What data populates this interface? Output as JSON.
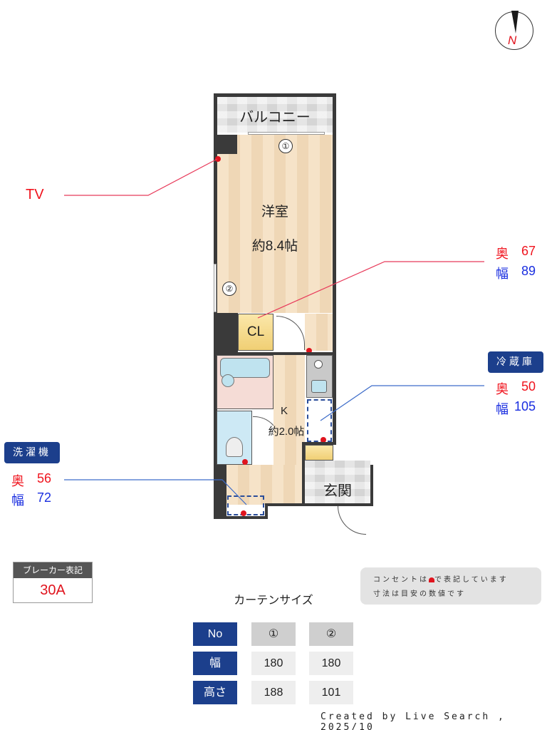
{
  "compass": {
    "label": "N"
  },
  "rooms": {
    "balcony": "バルコニー",
    "western_room": {
      "name": "洋室",
      "size": "約8.4帖"
    },
    "closet": "CL",
    "kitchen": {
      "name": "K",
      "size": "約2.0帖"
    },
    "entrance": "玄関"
  },
  "windows": [
    {
      "no": "①"
    },
    {
      "no": "②"
    }
  ],
  "annotations": {
    "tv": {
      "label": "TV"
    },
    "closet": {
      "depth_label": "奥",
      "depth": "67",
      "width_label": "幅",
      "width": "89"
    },
    "fridge": {
      "title": "冷蔵庫",
      "depth_label": "奥",
      "depth": "50",
      "width_label": "幅",
      "width": "105"
    },
    "washer": {
      "title": "洗濯機",
      "depth_label": "奥",
      "depth": "56",
      "width_label": "幅",
      "width": "72"
    }
  },
  "breaker": {
    "title": "ブレーカー表記",
    "value": "30A"
  },
  "note": {
    "line1_pre": "コンセントは",
    "line1_post": "で表記しています",
    "line2": "寸法は目安の数値です"
  },
  "curtain": {
    "title": "カーテンサイズ",
    "headers": [
      "No",
      "幅",
      "高さ"
    ],
    "columns": [
      {
        "no": "①",
        "width": "180",
        "height": "188"
      },
      {
        "no": "②",
        "width": "180",
        "height": "101"
      }
    ]
  },
  "footer": {
    "credit": "Created by Live Search , 2025/10"
  },
  "colors": {
    "accent_blue": "#1c3f8c",
    "outlet_red": "#e0141e",
    "wall": "#3a3a3a"
  }
}
